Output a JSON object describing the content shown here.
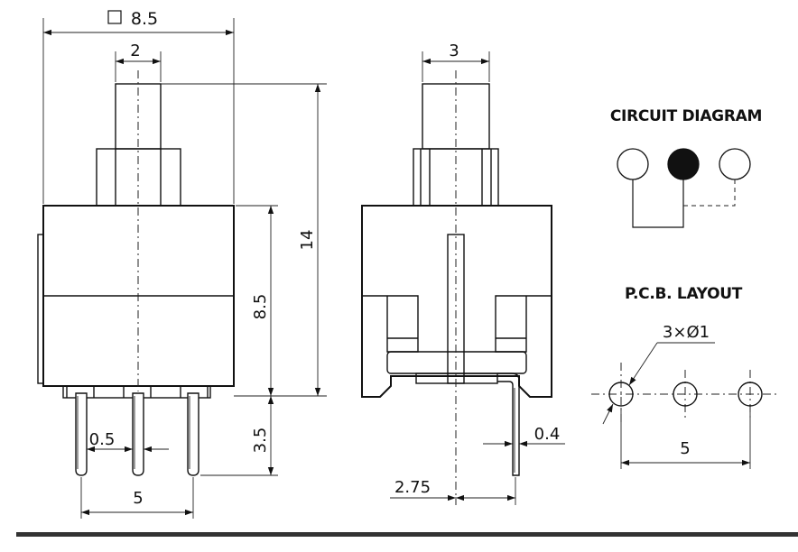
{
  "dimensions": {
    "body_width": "□8.5",
    "button_width_front": "2",
    "button_width_side": "3",
    "total_height": "14",
    "body_height": "8.5",
    "pin_length": "3.5",
    "pin_width": "0.5",
    "pin_pitch": "5",
    "pin_thickness": "0.4",
    "pin_offset": "2.75"
  },
  "circuit_diagram": {
    "title": "CIRCUIT DIAGRAM",
    "terminals": [
      "open",
      "common",
      "open"
    ]
  },
  "pcb_layout": {
    "title": "P.C.B. LAYOUT",
    "hole_spec": "3×Ø1",
    "pitch": "5"
  }
}
